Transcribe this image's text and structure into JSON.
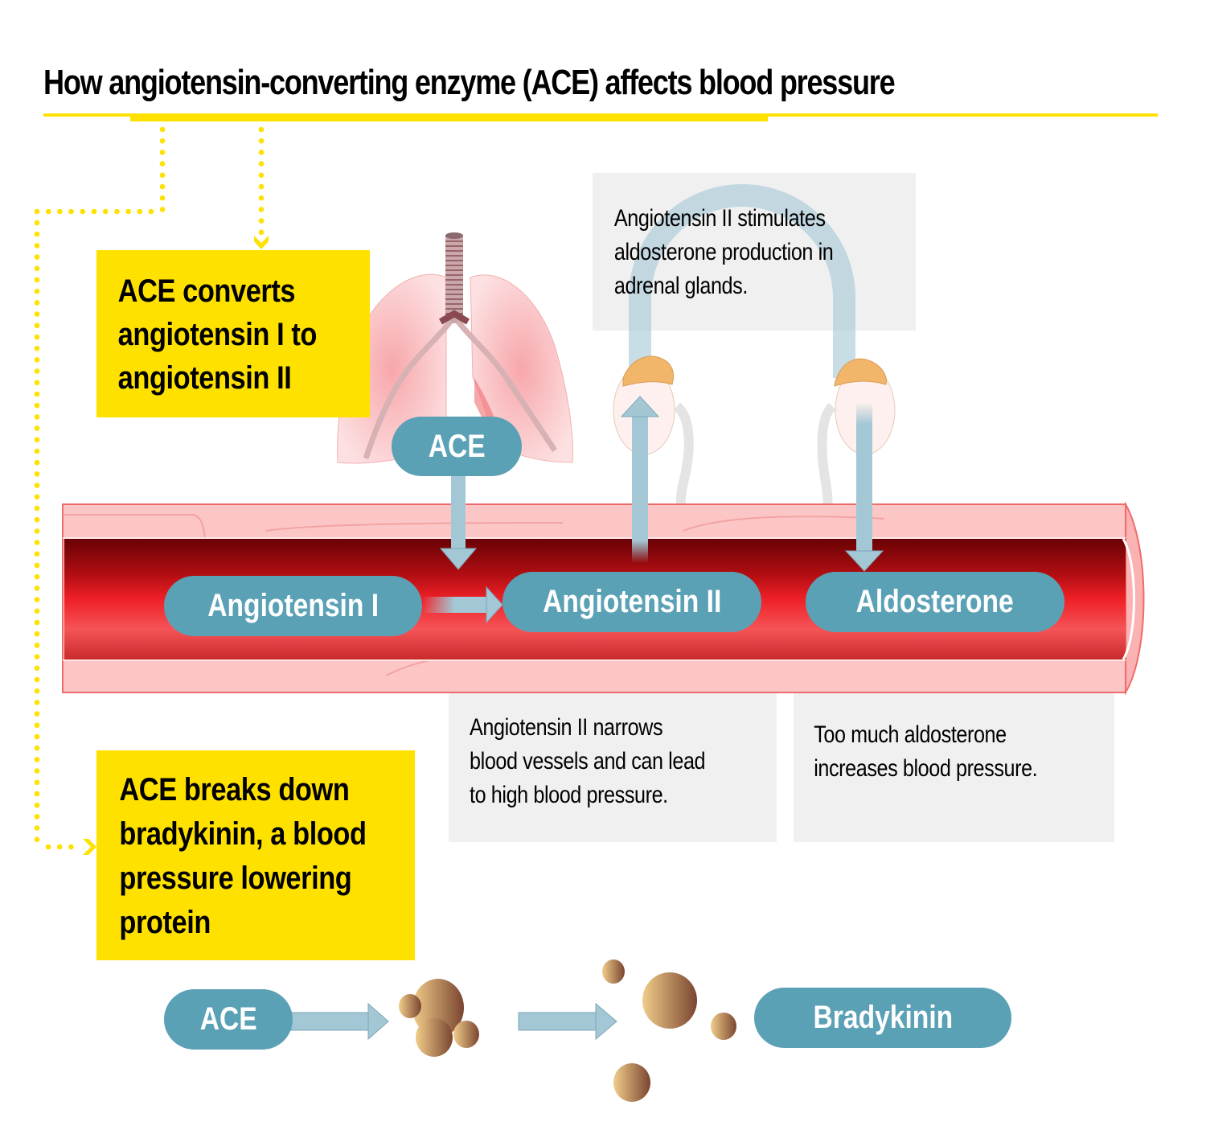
{
  "title": "How angiotensin-converting enzyme (ACE) affects blood pressure",
  "colors": {
    "accent_yellow": "#ffe100",
    "pill_teal": "#5ba1b6",
    "arrow_blue": "#a3c7d5",
    "vessel_red": "#e8202a",
    "vessel_wall_pink": "#fcc6c6",
    "note_grey": "#f0f0f0",
    "particle_brown": "#a8784e"
  },
  "callouts": {
    "converts": [
      "ACE converts",
      "angiotensin I to",
      "angiotensin II"
    ],
    "breaks_down": [
      "ACE breaks down",
      "bradykinin, a blood",
      "pressure lowering",
      "protein"
    ]
  },
  "notes": {
    "stimulates": [
      "Angiotensin II stimulates",
      "aldosterone production in",
      "adrenal glands."
    ],
    "narrows": [
      "Angiotensin II narrows",
      "blood vessels and can lead",
      "to high blood pressure."
    ],
    "aldosterone": [
      "Too much aldosterone",
      "increases blood pressure."
    ]
  },
  "pills": {
    "ace_lungs": "ACE",
    "angiotensin_1": "Angiotensin I",
    "angiotensin_2": "Angiotensin II",
    "aldosterone": "Aldosterone",
    "ace_bottom": "ACE",
    "bradykinin": "Bradykinin"
  },
  "illustrations": {
    "organ_top": "lungs",
    "organs_right": "kidneys with adrenal glands",
    "vessel": "blood vessel cross-section",
    "particles": "bradykinin fragments"
  }
}
